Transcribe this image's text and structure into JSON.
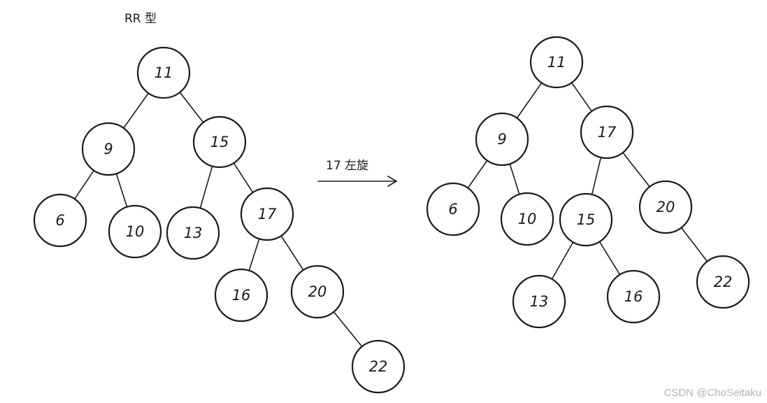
{
  "title": "RR 型",
  "rotation_label": "17 左旋",
  "watermark": "CSDN @ChoSeitaku",
  "trees": {
    "before": {
      "root": "11",
      "nodes": [
        "11",
        "9",
        "15",
        "6",
        "10",
        "13",
        "17",
        "16",
        "20",
        "22"
      ],
      "edges": [
        [
          "11",
          "9"
        ],
        [
          "11",
          "15"
        ],
        [
          "9",
          "6"
        ],
        [
          "9",
          "10"
        ],
        [
          "15",
          "13"
        ],
        [
          "15",
          "17"
        ],
        [
          "17",
          "16"
        ],
        [
          "17",
          "20"
        ],
        [
          "20",
          "22"
        ]
      ]
    },
    "after": {
      "root": "11",
      "nodes": [
        "11",
        "9",
        "17",
        "6",
        "10",
        "15",
        "20",
        "13",
        "16",
        "22"
      ],
      "edges": [
        [
          "11",
          "9"
        ],
        [
          "11",
          "17"
        ],
        [
          "9",
          "6"
        ],
        [
          "9",
          "10"
        ],
        [
          "17",
          "15"
        ],
        [
          "17",
          "20"
        ],
        [
          "15",
          "13"
        ],
        [
          "15",
          "16"
        ],
        [
          "20",
          "22"
        ]
      ]
    }
  },
  "colors": {
    "ink": "#1b1b1b",
    "watermark": "#b4b4b4"
  }
}
